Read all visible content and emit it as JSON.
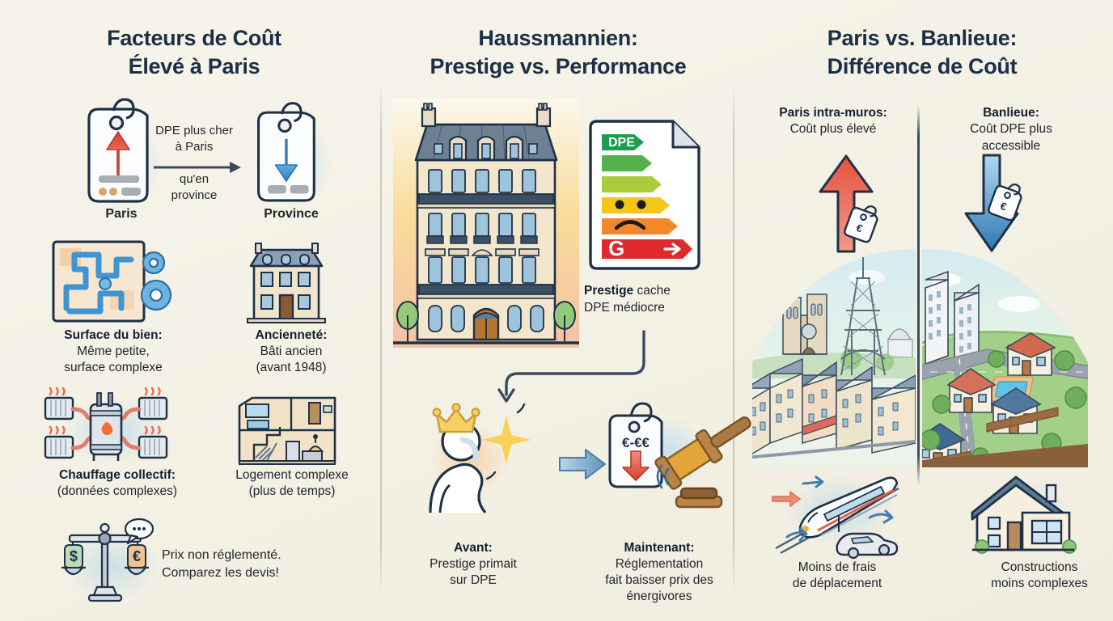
{
  "meta": {
    "background_color": "#f4f1e6",
    "heading_color": "#1b2f48",
    "body_text_color": "#20262c",
    "accent_red": "#e4523f",
    "accent_blue": "#3f94d4",
    "accent_ink": "#1f3147"
  },
  "columns": {
    "left": {
      "title_line1": "Facteurs de Coût",
      "title_line2": "Élevé à Paris",
      "tag_compare": {
        "left_label": "Paris",
        "right_label": "Province",
        "arrow_text_line1": "DPE plus cher",
        "arrow_text_line2": "à Paris",
        "arrow_text_line3": "qu'en",
        "arrow_text_line4": "province",
        "left_arrow_direction": "up",
        "left_arrow_color": "#e04a3a",
        "right_arrow_direction": "down",
        "right_arrow_color": "#3f94d4"
      },
      "items": [
        {
          "icon": "maze-gears-icon",
          "title": "Surface du bien:",
          "line1": "Même petite,",
          "line2": "surface complexe"
        },
        {
          "icon": "old-building-icon",
          "title": "Ancienneté:",
          "line1": "Bâti ancien",
          "line2": "(avant 1948)"
        },
        {
          "icon": "boiler-radiators-icon",
          "title": "Chauffage collectif:",
          "line1": "(données complexes)",
          "line2": ""
        },
        {
          "icon": "house-cutaway-icon",
          "title": "",
          "line1": "Logement complexe",
          "line2": "(plus de temps)"
        }
      ],
      "footer": {
        "icon": "balance-scale-icon",
        "line1": "Prix non réglementé.",
        "line2": "Comparez les devis!",
        "left_pan_symbol": "$",
        "right_pan_symbol": "€",
        "speech_bubble": "•••"
      }
    },
    "middle": {
      "title_line1": "Haussmannien:",
      "title_line2": "Prestige vs. Performance",
      "building_icon": "haussmann-building-icon",
      "dpe_label": {
        "icon": "dpe-certificate-icon",
        "header_text": "DPE",
        "grade": "G",
        "bar_colors": [
          "#1f9d4e",
          "#55b14a",
          "#a9cb3c",
          "#f5c518",
          "#f2882a",
          "#e0292c"
        ],
        "face": "sad"
      },
      "dpe_caption_bold": "Prestige",
      "dpe_caption_rest": " cache",
      "dpe_caption_line2": "DPE médiocre",
      "before": {
        "icon": "crowned-person-icon",
        "title": "Avant:",
        "line1": "Prestige primait",
        "line2": "sur DPE"
      },
      "after": {
        "icon": "gavel-pricetag-icon",
        "tag_text": "€-€€",
        "title": "Maintenant:",
        "line1": "Réglementation",
        "line2": "fait baisser prix des",
        "line3": "énergivores"
      }
    },
    "right": {
      "title_line1": "Paris vs. Banlieue:",
      "title_line2": "Différence de Coût",
      "paris": {
        "title": "Paris intra-muros:",
        "subtitle": "Coût plus élevé",
        "arrow_direction": "up",
        "arrow_color": "#e4523f",
        "tag_symbol": "€",
        "scene_icon": "paris-skyline-icon"
      },
      "suburb": {
        "title": "Banlieue:",
        "subtitle_line1": "Coût DPE plus",
        "subtitle_line2": "accessible",
        "arrow_direction": "down",
        "arrow_color": "#3f94d4",
        "tag_symbol": "€",
        "scene_icon": "suburb-houses-icon"
      },
      "items": [
        {
          "icon": "train-car-icon",
          "line1": "Moins de frais",
          "line2": "de déplacement"
        },
        {
          "icon": "simple-house-icon",
          "line1": "Constructions",
          "line2": "moins complexes"
        }
      ]
    }
  }
}
